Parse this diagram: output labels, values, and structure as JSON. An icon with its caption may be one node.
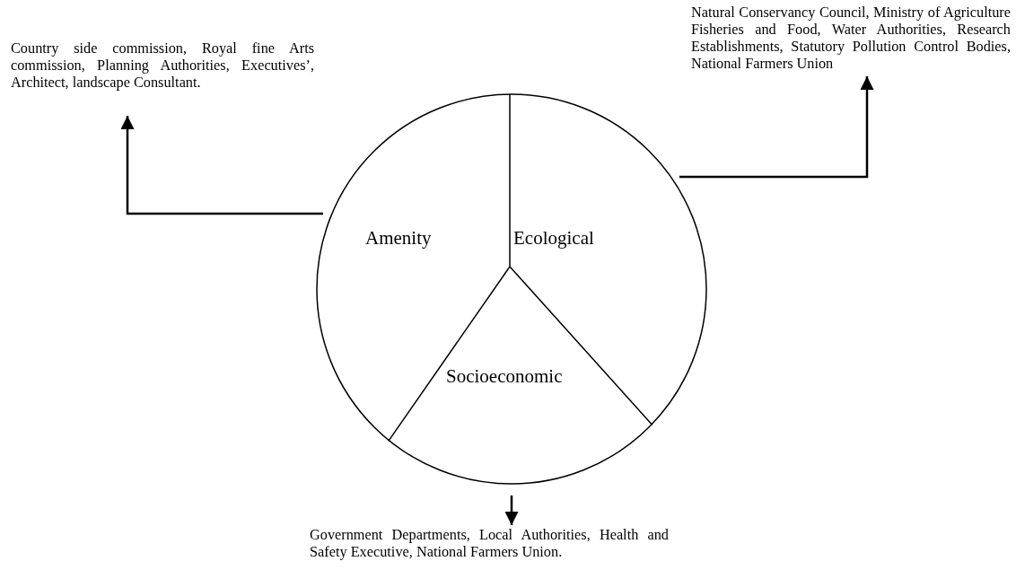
{
  "diagram": {
    "nodes": [
      {
        "text": [],
        "shape": "circle"
      },
      {
        "text": [
          "Amenity"
        ],
        "in": 0
      },
      {
        "text": [
          "Ecological"
        ],
        "in": 0
      },
      {
        "text": [
          "Socioeconomic"
        ],
        "in": 0
      },
      {
        "text": [
          "Country side commission, Royal fine Arts commission, Planning Authorities, Executives’, Architect, landscape Consultant."
        ]
      },
      {
        "text": [
          "Natural Conservancy Council, Ministry of Agriculture Fisheries and Food, Water Authorities, Research Establishments, Statutory Pollution Control Bodies, National Farmers Union"
        ]
      },
      {
        "text": [
          "Government Departments, Local Authorities, Health and Safety Executive, National Farmers Union."
        ]
      }
    ],
    "edges": [
      {
        "from": 0,
        "to": 4,
        "arrow": "to"
      },
      {
        "from": 0,
        "to": 5,
        "arrow": "to"
      },
      {
        "from": 0,
        "to": 6,
        "arrow": "to"
      }
    ]
  }
}
